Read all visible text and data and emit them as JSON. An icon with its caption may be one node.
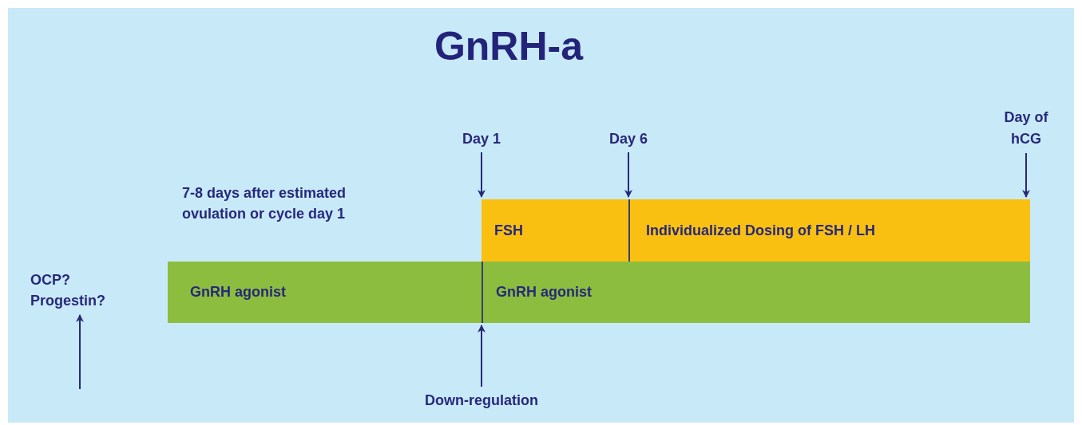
{
  "diagram": {
    "title": "GnRH-a",
    "nodes": [
      {
        "text": [
          "OCP? Progestin?"
        ]
      },
      {
        "text": [
          "GnRH agonist"
        ]
      },
      {
        "text": [
          "GnRH agonist"
        ]
      },
      {
        "text": [
          "FSH"
        ]
      },
      {
        "text": [
          "Individualized Dosing of FSH / LH"
        ]
      },
      {
        "text": [
          "Day 1"
        ]
      },
      {
        "text": [
          "Day 6"
        ]
      },
      {
        "text": [
          "Day of hCG"
        ]
      },
      {
        "text": [
          "Down-regulation"
        ]
      }
    ],
    "edges": [
      {
        "from": null,
        "to": 0,
        "arrow": "to"
      },
      {
        "from": 5,
        "to": 3,
        "arrow": "to"
      },
      {
        "from": 6,
        "to": 4,
        "arrow": "to"
      },
      {
        "from": 7,
        "to": 4,
        "arrow": "to"
      },
      {
        "from": 8,
        "to": 2,
        "arrow": "to"
      }
    ],
    "labels": [
      "7-8 days after estimated ovulation or cycle day 1"
    ]
  }
}
